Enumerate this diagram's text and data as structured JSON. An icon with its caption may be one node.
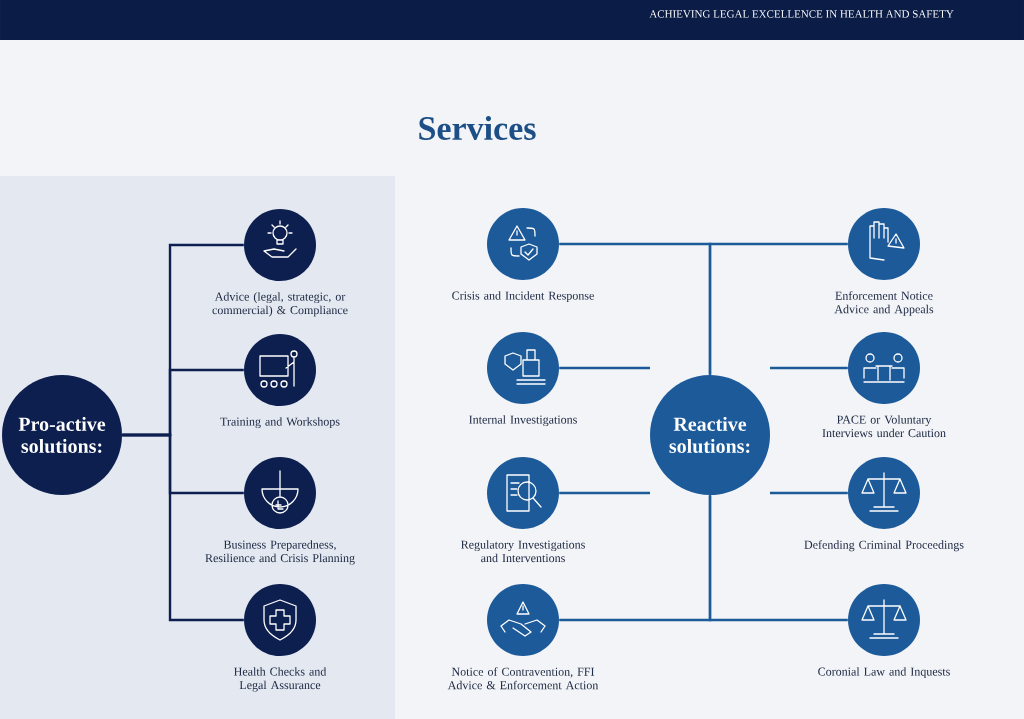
{
  "diagram": {
    "title": "Services",
    "nodes": [
      {
        "text": [
          "Pro-active solutions:"
        ]
      },
      {
        "text": [
          "Advice (legal, strategic, or commercial) & Compliance"
        ]
      },
      {
        "text": [
          "Training and Workshops"
        ]
      },
      {
        "text": [
          "Business Preparedness, Resilience and Crisis Planning"
        ]
      },
      {
        "text": [
          "Health Checks and Legal Assurance"
        ]
      },
      {
        "text": [
          "Reactive solutions:"
        ]
      },
      {
        "text": [
          "Crisis and Incident Response"
        ]
      },
      {
        "text": [
          "Internal Investigations"
        ]
      },
      {
        "text": [
          "Regulatory Investigations and Interventions"
        ]
      },
      {
        "text": [
          "Notice of Contravention, FFI Advice & Enforcement Action"
        ]
      },
      {
        "text": [
          "Enforcement Notice Advice and Appeals"
        ]
      },
      {
        "text": [
          "PACE or Voluntary Interviews under Caution"
        ]
      },
      {
        "text": [
          "Defending Criminal Proceedings"
        ]
      },
      {
        "text": [
          "Coronial Law and Inquests"
        ]
      }
    ],
    "edges": [
      {
        "from": 0,
        "to": 1,
        "arrow": "none"
      },
      {
        "from": 0,
        "to": 2,
        "arrow": "none"
      },
      {
        "from": 0,
        "to": 3,
        "arrow": "none"
      },
      {
        "from": 0,
        "to": 4,
        "arrow": "none"
      },
      {
        "from": 5,
        "to": 6,
        "arrow": "none"
      },
      {
        "from": 5,
        "to": 10,
        "arrow": "none"
      },
      {
        "from": null,
        "to": 7,
        "arrow": "none"
      },
      {
        "from": null,
        "to": 11,
        "arrow": "none"
      },
      {
        "from": null,
        "to": 8,
        "arrow": "none"
      },
      {
        "from": null,
        "to": 12,
        "arrow": "none"
      },
      {
        "from": 5,
        "to": 9,
        "arrow": "none"
      },
      {
        "from": 5,
        "to": 13,
        "arrow": "none"
      }
    ],
    "labels": [
      "ACHIEVING LEGAL EXCELLENCE IN HEALTH AND SAFETY"
    ]
  }
}
